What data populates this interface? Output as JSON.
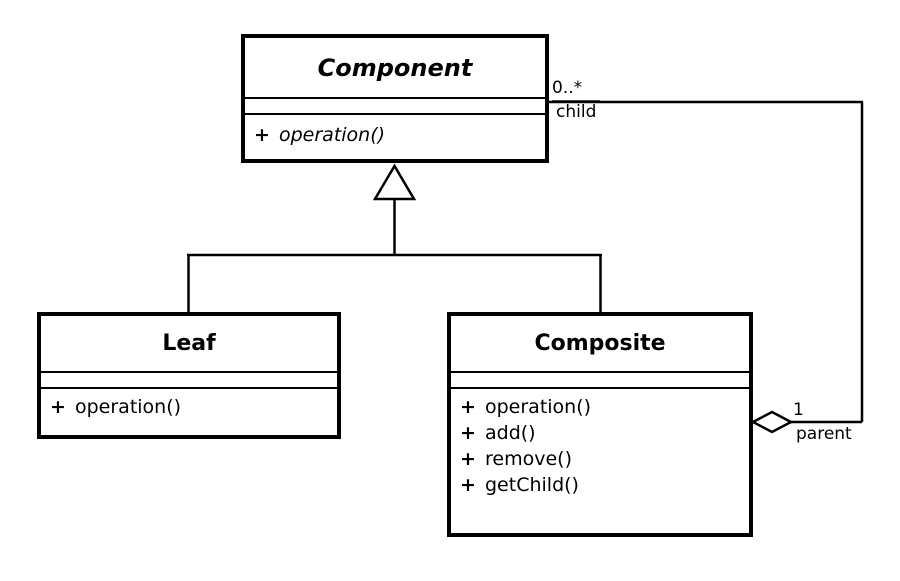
{
  "diagram": {
    "type": "uml-class-diagram",
    "pattern": "Composite",
    "background": "#ffffff",
    "line_color": "#000000"
  },
  "classes": [
    {
      "id": "component",
      "name": "Component",
      "abstract": true,
      "attributes": [],
      "operations": [
        {
          "visibility": "+",
          "name": "operation()",
          "abstract": true
        }
      ]
    },
    {
      "id": "leaf",
      "name": "Leaf",
      "abstract": false,
      "attributes": [],
      "operations": [
        {
          "visibility": "+",
          "name": "operation()",
          "abstract": false
        }
      ]
    },
    {
      "id": "composite",
      "name": "Composite",
      "abstract": false,
      "attributes": [],
      "operations": [
        {
          "visibility": "+",
          "name": "operation()",
          "abstract": false
        },
        {
          "visibility": "+",
          "name": "add()",
          "abstract": false
        },
        {
          "visibility": "+",
          "name": "remove()",
          "abstract": false
        },
        {
          "visibility": "+",
          "name": "getChild()",
          "abstract": false
        }
      ]
    }
  ],
  "relationships": [
    {
      "id": "generalization-leaf",
      "kind": "generalization",
      "from": "leaf",
      "to": "component",
      "arrow": "hollow-triangle"
    },
    {
      "id": "generalization-composite",
      "kind": "generalization",
      "from": "composite",
      "to": "component",
      "arrow": "hollow-triangle"
    },
    {
      "id": "aggregation-children",
      "kind": "aggregation",
      "from": "composite",
      "to": "component",
      "arrow": "hollow-diamond",
      "source_multiplicity": "1",
      "source_role": "parent",
      "target_multiplicity": "0..*",
      "target_role": "child"
    }
  ],
  "labels": {
    "child_multiplicity": "0..*",
    "child_role": "child",
    "parent_multiplicity": "1",
    "parent_role": "parent"
  }
}
